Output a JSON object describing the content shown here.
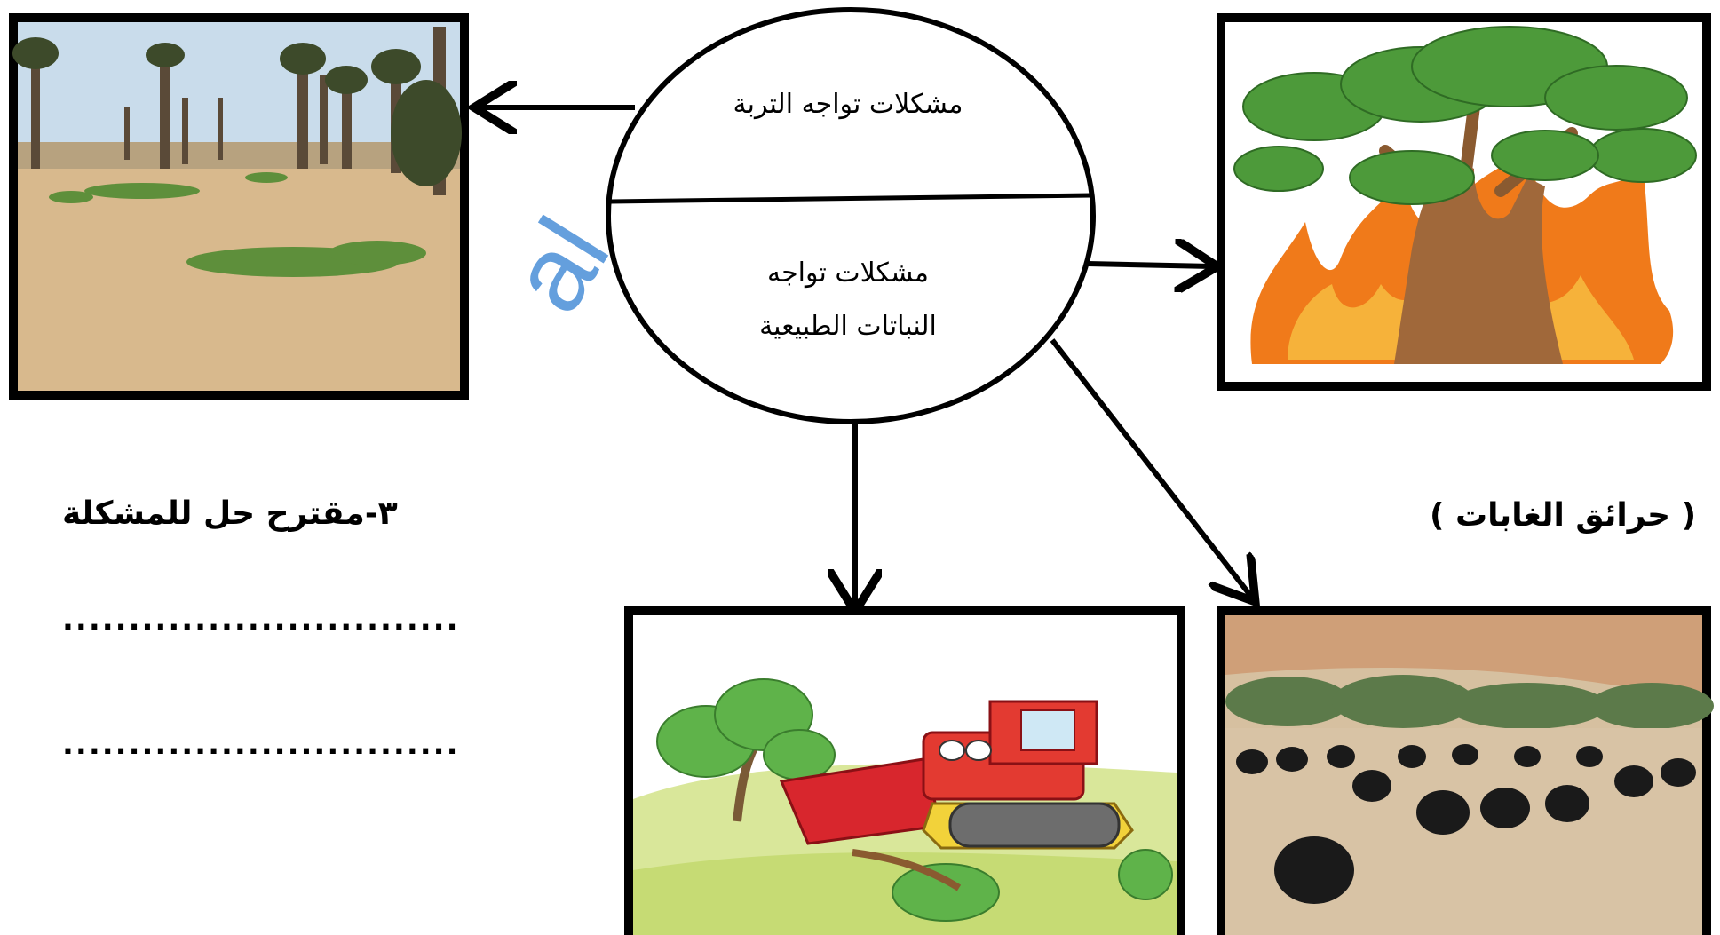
{
  "center": {
    "soil_problems": "مشكلات تواجه التربة",
    "plant_problems_line1": "مشكلات تواجه",
    "plant_problems_line2": "النباتات الطبيعية"
  },
  "labels": {
    "forest_fires": "( حرائق الغابات )",
    "solution_heading": "٣-مقترح حل للمشكلة",
    "answer_line_1": "..............................",
    "answer_line_2": "..............................",
    "watermark": "al"
  },
  "images": [
    {
      "name": "desert-palms-photo",
      "subject": "desertification"
    },
    {
      "name": "burning-tree-picture",
      "subject": "forest fire"
    },
    {
      "name": "bulldozer-tree-picture",
      "subject": "tree removal"
    },
    {
      "name": "goats-grazing-photo",
      "subject": "overgrazing"
    }
  ],
  "colors": {
    "frame": "#000000",
    "watermark": "#4a8fd8",
    "sand": "#d8b98d",
    "grass": "#8cbf3f",
    "flame": "#f07a1a",
    "tree_green": "#4d9a3a"
  }
}
